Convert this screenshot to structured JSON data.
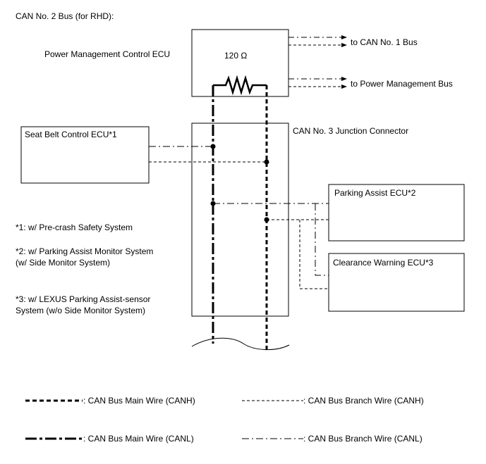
{
  "title": "CAN No. 2 Bus (for RHD):",
  "ecus": {
    "power_management": {
      "label": "Power Management Control ECU",
      "resistance": "120 Ω",
      "to_can1": "to CAN No. 1 Bus",
      "to_power_bus": "to Power Management Bus"
    },
    "seat_belt": "Seat Belt Control ECU*1",
    "junction": "CAN No. 3 Junction Connector",
    "parking_assist": "Parking Assist ECU*2",
    "clearance_warning": "Clearance Warning ECU*3"
  },
  "notes": {
    "n1": "*1: w/ Pre-crash Safety System",
    "n2_line1": "*2: w/ Parking Assist Monitor System",
    "n2_line2": "(w/ Side Monitor System)",
    "n3_line1": "*3: w/ LEXUS Parking Assist-sensor",
    "n3_line2": "System (w/o Side Monitor System)"
  },
  "legend": {
    "main_canh": ": CAN Bus Main Wire (CANH)",
    "branch_canh": ": CAN Bus Branch Wire (CANH)",
    "main_canl": ": CAN Bus Main Wire (CANL)",
    "branch_canl": ": CAN Bus Branch Wire (CANL)"
  }
}
